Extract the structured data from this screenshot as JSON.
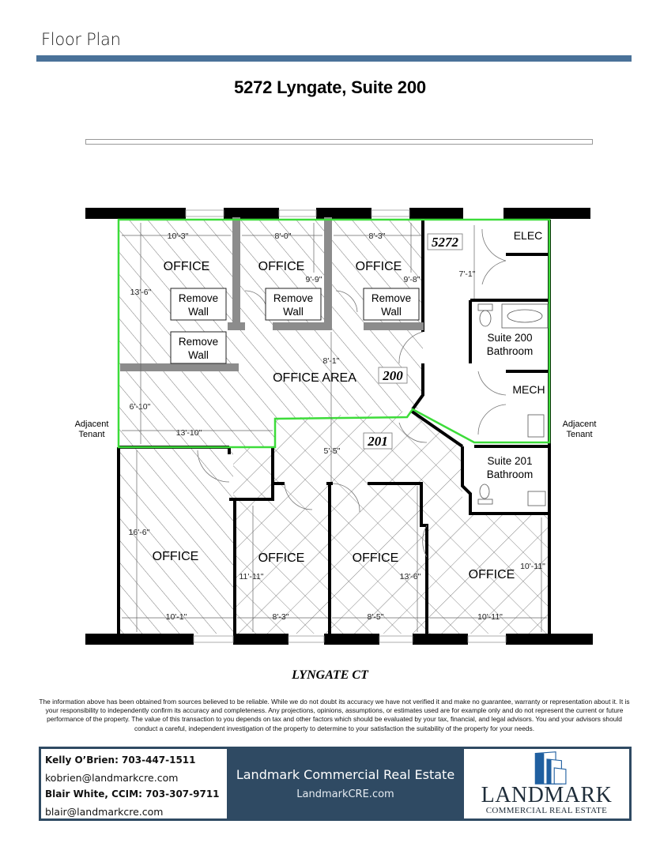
{
  "header": {
    "section_title": "Floor Plan",
    "accent_color": "#4a7299"
  },
  "plan": {
    "title": "5272 Lyngate, Suite 200",
    "street": "LYNGATE CT",
    "adjacent_left": [
      "Adjacent",
      "Tenant"
    ],
    "adjacent_right": [
      "Adjacent",
      "Tenant"
    ],
    "suite_labels": {
      "building": "5272",
      "suite_200": "200",
      "suite_201": "201"
    },
    "highlight_color": "#3ddc3a",
    "rooms": {
      "office_top_1": "OFFICE",
      "office_top_2": "OFFICE",
      "office_top_3": "OFFICE",
      "office_area": "OFFICE AREA",
      "elec": "ELEC",
      "mech": "MECH",
      "bath_200": [
        "Suite 200",
        "Bathroom"
      ],
      "bath_201": [
        "Suite 201",
        "Bathroom"
      ],
      "office_bottom_1": "OFFICE",
      "office_bottom_2": "OFFICE",
      "office_bottom_3": "OFFICE",
      "office_bottom_4": "OFFICE"
    },
    "remove_wall_notes": [
      [
        "Remove",
        "Wall"
      ],
      [
        "Remove",
        "Wall"
      ],
      [
        "Remove",
        "Wall"
      ],
      [
        "Remove",
        "Wall"
      ]
    ],
    "dimensions": {
      "top_1_width": "10'-3\"",
      "top_2_width": "8'-0\"",
      "top_3_width": "8'-3\"",
      "top_1_depth": "13'-6\"",
      "top_2_depth": "9'-9\"",
      "top_3_depth": "9'-8\"",
      "corridor_height": "7'-1\"",
      "office_area_depth": "8'-1\"",
      "left_strip_depth": "6'-10\"",
      "left_strip_width": "13'-10\"",
      "suite_201_lobby": "5'-5\"",
      "bottom_1_depth": "16'-6\"",
      "bottom_2_depth": "11'-11\"",
      "bottom_3_depth": "13'-6\"",
      "bottom_4_depth": "10'-11\"",
      "bottom_1_width": "10'-1\"",
      "bottom_2_width": "8'-3\"",
      "bottom_3_width": "8'-5\"",
      "bottom_4_width": "10'-11\""
    }
  },
  "disclaimer": "The information above has been obtained from sources believed to be reliable. While we do not doubt its accuracy we have not verified it and make no guarantee, warranty or representation about it. It is your responsibility to independently confirm its accuracy and completeness. Any projections, opinions, assumptions, or estimates used are for example only and do not represent the current or future performance of the property. The value of this transaction to you depends on tax and other factors which should be evaluated by your tax, financial, and legal advisors. You and your advisors should conduct a careful, independent investigation of the property to determine to your satisfaction the suitability of the property for your needs.",
  "footer": {
    "contacts": [
      {
        "name_phone": "Kelly O’Brien: 703-447-1511",
        "email": "kobrien@landmarkcre.com"
      },
      {
        "name_phone": "Blair White, CCIM: 703-307-9711",
        "email": "blair@landmarkcre.com"
      }
    ],
    "company_name": "Landmark Commercial Real Estate",
    "website": "LandmarkCRE.com",
    "logo_word": "LANDMARK",
    "logo_subtitle": "COMMERCIAL REAL ESTATE",
    "brand_color": "#2f4a63",
    "logo_blue": "#1f5fa0"
  }
}
